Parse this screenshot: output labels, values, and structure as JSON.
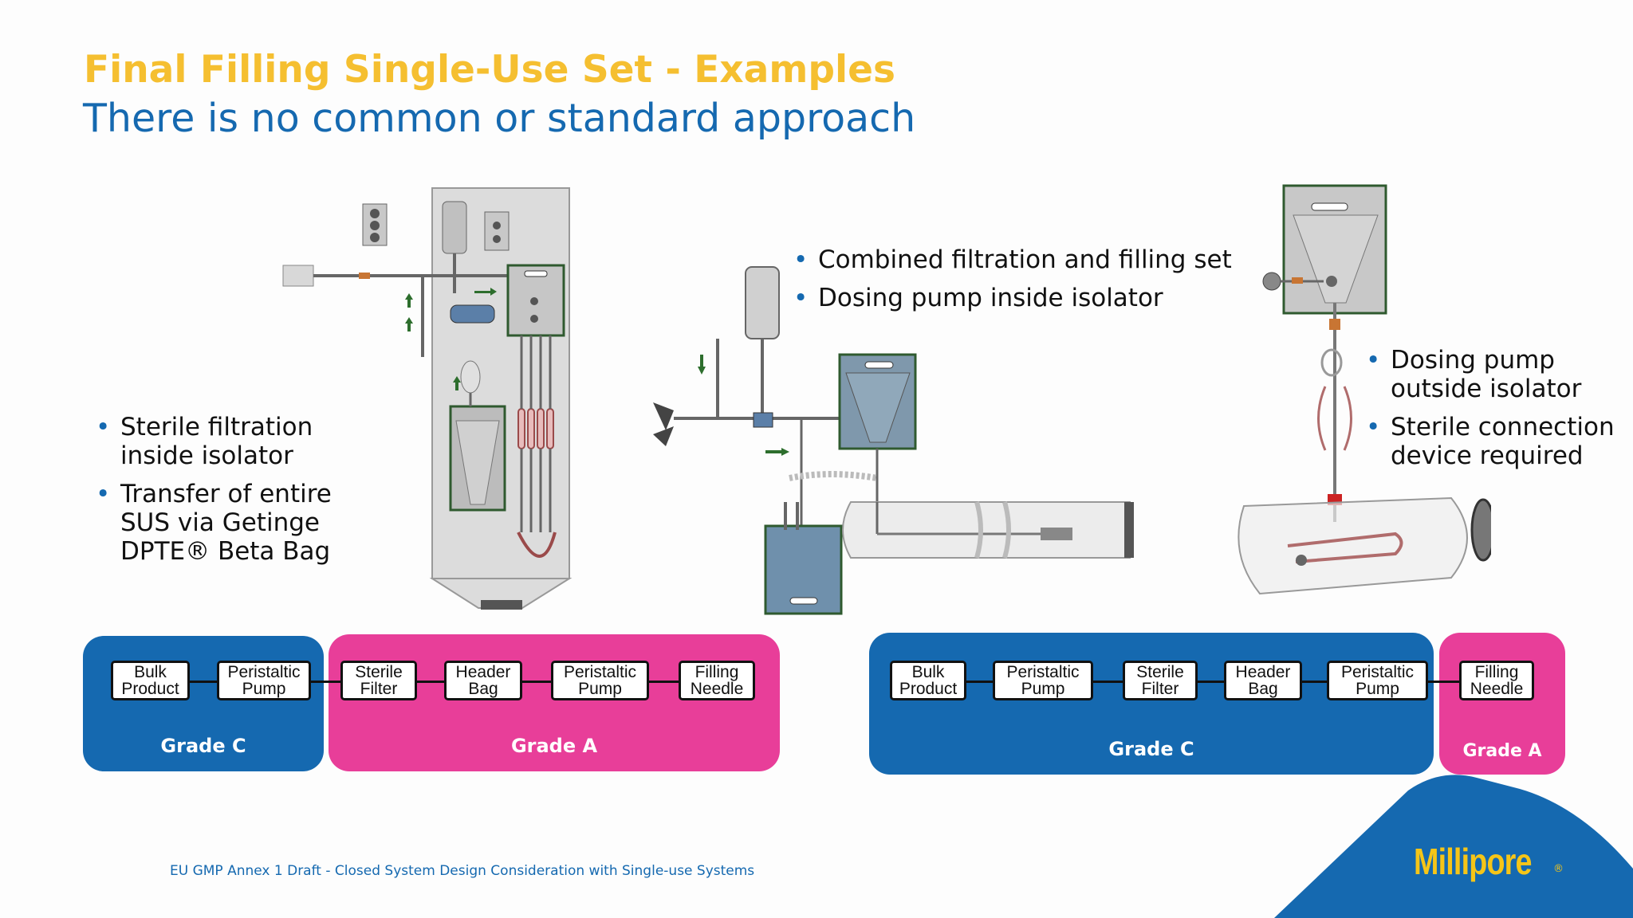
{
  "slide": {
    "title": "Final Filling Single-Use Set - Examples",
    "subtitle": "There is no common or standard approach",
    "footer": "EU GMP Annex 1 Draft - Closed System Design Consideration with Single-use Systems",
    "logo": "Millipore",
    "logo_mark": "®"
  },
  "left_bullets": [
    "Sterile filtration inside isolator",
    "Transfer of entire SUS via Getinge DPTE® Beta Bag"
  ],
  "mid_bullets": [
    "Combined filtration and filling set",
    "Dosing pump inside isolator"
  ],
  "right_bullets": [
    "Dosing pump outside isolator",
    "Sterile connection device required"
  ],
  "flow_left": {
    "grade_c_label": "Grade C",
    "grade_a_label": "Grade A",
    "steps": [
      {
        "l1": "Bulk",
        "l2": "Product"
      },
      {
        "l1": "Peristaltic",
        "l2": "Pump"
      },
      {
        "l1": "Sterile",
        "l2": "Filter"
      },
      {
        "l1": "Header",
        "l2": "Bag"
      },
      {
        "l1": "Peristaltic",
        "l2": "Pump"
      },
      {
        "l1": "Filling",
        "l2": "Needle"
      }
    ]
  },
  "flow_right": {
    "grade_c_label": "Grade C",
    "grade_a_label": "Grade A",
    "steps": [
      {
        "l1": "Bulk",
        "l2": "Product"
      },
      {
        "l1": "Peristaltic",
        "l2": "Pump"
      },
      {
        "l1": "Sterile",
        "l2": "Filter"
      },
      {
        "l1": "Header",
        "l2": "Bag"
      },
      {
        "l1": "Peristaltic",
        "l2": "Pump"
      },
      {
        "l1": "Filling",
        "l2": "Needle"
      }
    ]
  },
  "colors": {
    "title": "#f5bf30",
    "blue": "#1569b0",
    "pink": "#e83e99",
    "logo": "#f5c518"
  }
}
